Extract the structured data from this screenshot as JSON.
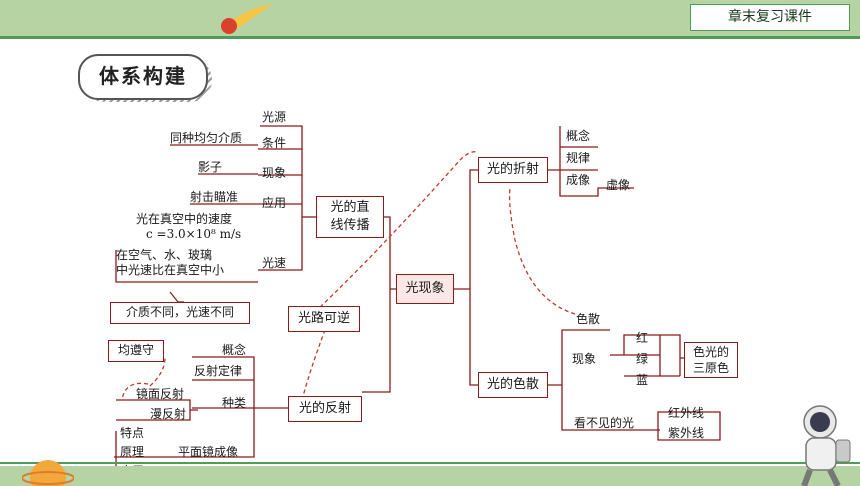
{
  "header": {
    "course_button": "章末复习课件"
  },
  "title": "体系构建",
  "center": "光现象",
  "straight": {
    "label": [
      "光的直",
      "线传播"
    ],
    "items": {
      "source": "光源",
      "condition": "条件",
      "condition_detail": "同种均匀介质",
      "phenomenon": "现象",
      "phenomenon_detail": "影子",
      "application": "应用",
      "application_detail": "射击瞄准",
      "speed": "光速",
      "speed_line1": "光在真空中的速度",
      "speed_line2": "c =3.0×10⁸ m/s",
      "speed_line3": "在空气、水、玻璃",
      "speed_line4": "中光速比在真空中小",
      "speed_note": "介质不同，光速不同"
    }
  },
  "reversible": "光路可逆",
  "reflection": {
    "label": "光的反射",
    "concept": "概念",
    "law": "反射定律",
    "law_note": "均遵守",
    "kinds": "种类",
    "mirror": "镜面反射",
    "diffuse": "漫反射",
    "plane": "平面镜成像",
    "feature": "特点",
    "principle": "原理",
    "use": "应用"
  },
  "refraction": {
    "label": "光的折射",
    "concept": "概念",
    "law": "规律",
    "imaging": "成像",
    "virtual": "虚像"
  },
  "dispersion": {
    "label": "光的色散",
    "dispersion": "色散",
    "phenomenon": "现象",
    "red": "红",
    "green": "绿",
    "blue": "蓝",
    "primary": [
      "色光的",
      "三原色"
    ],
    "invisible": "看不见的光",
    "infrared": "红外线",
    "ultraviolet": "紫外线"
  }
}
